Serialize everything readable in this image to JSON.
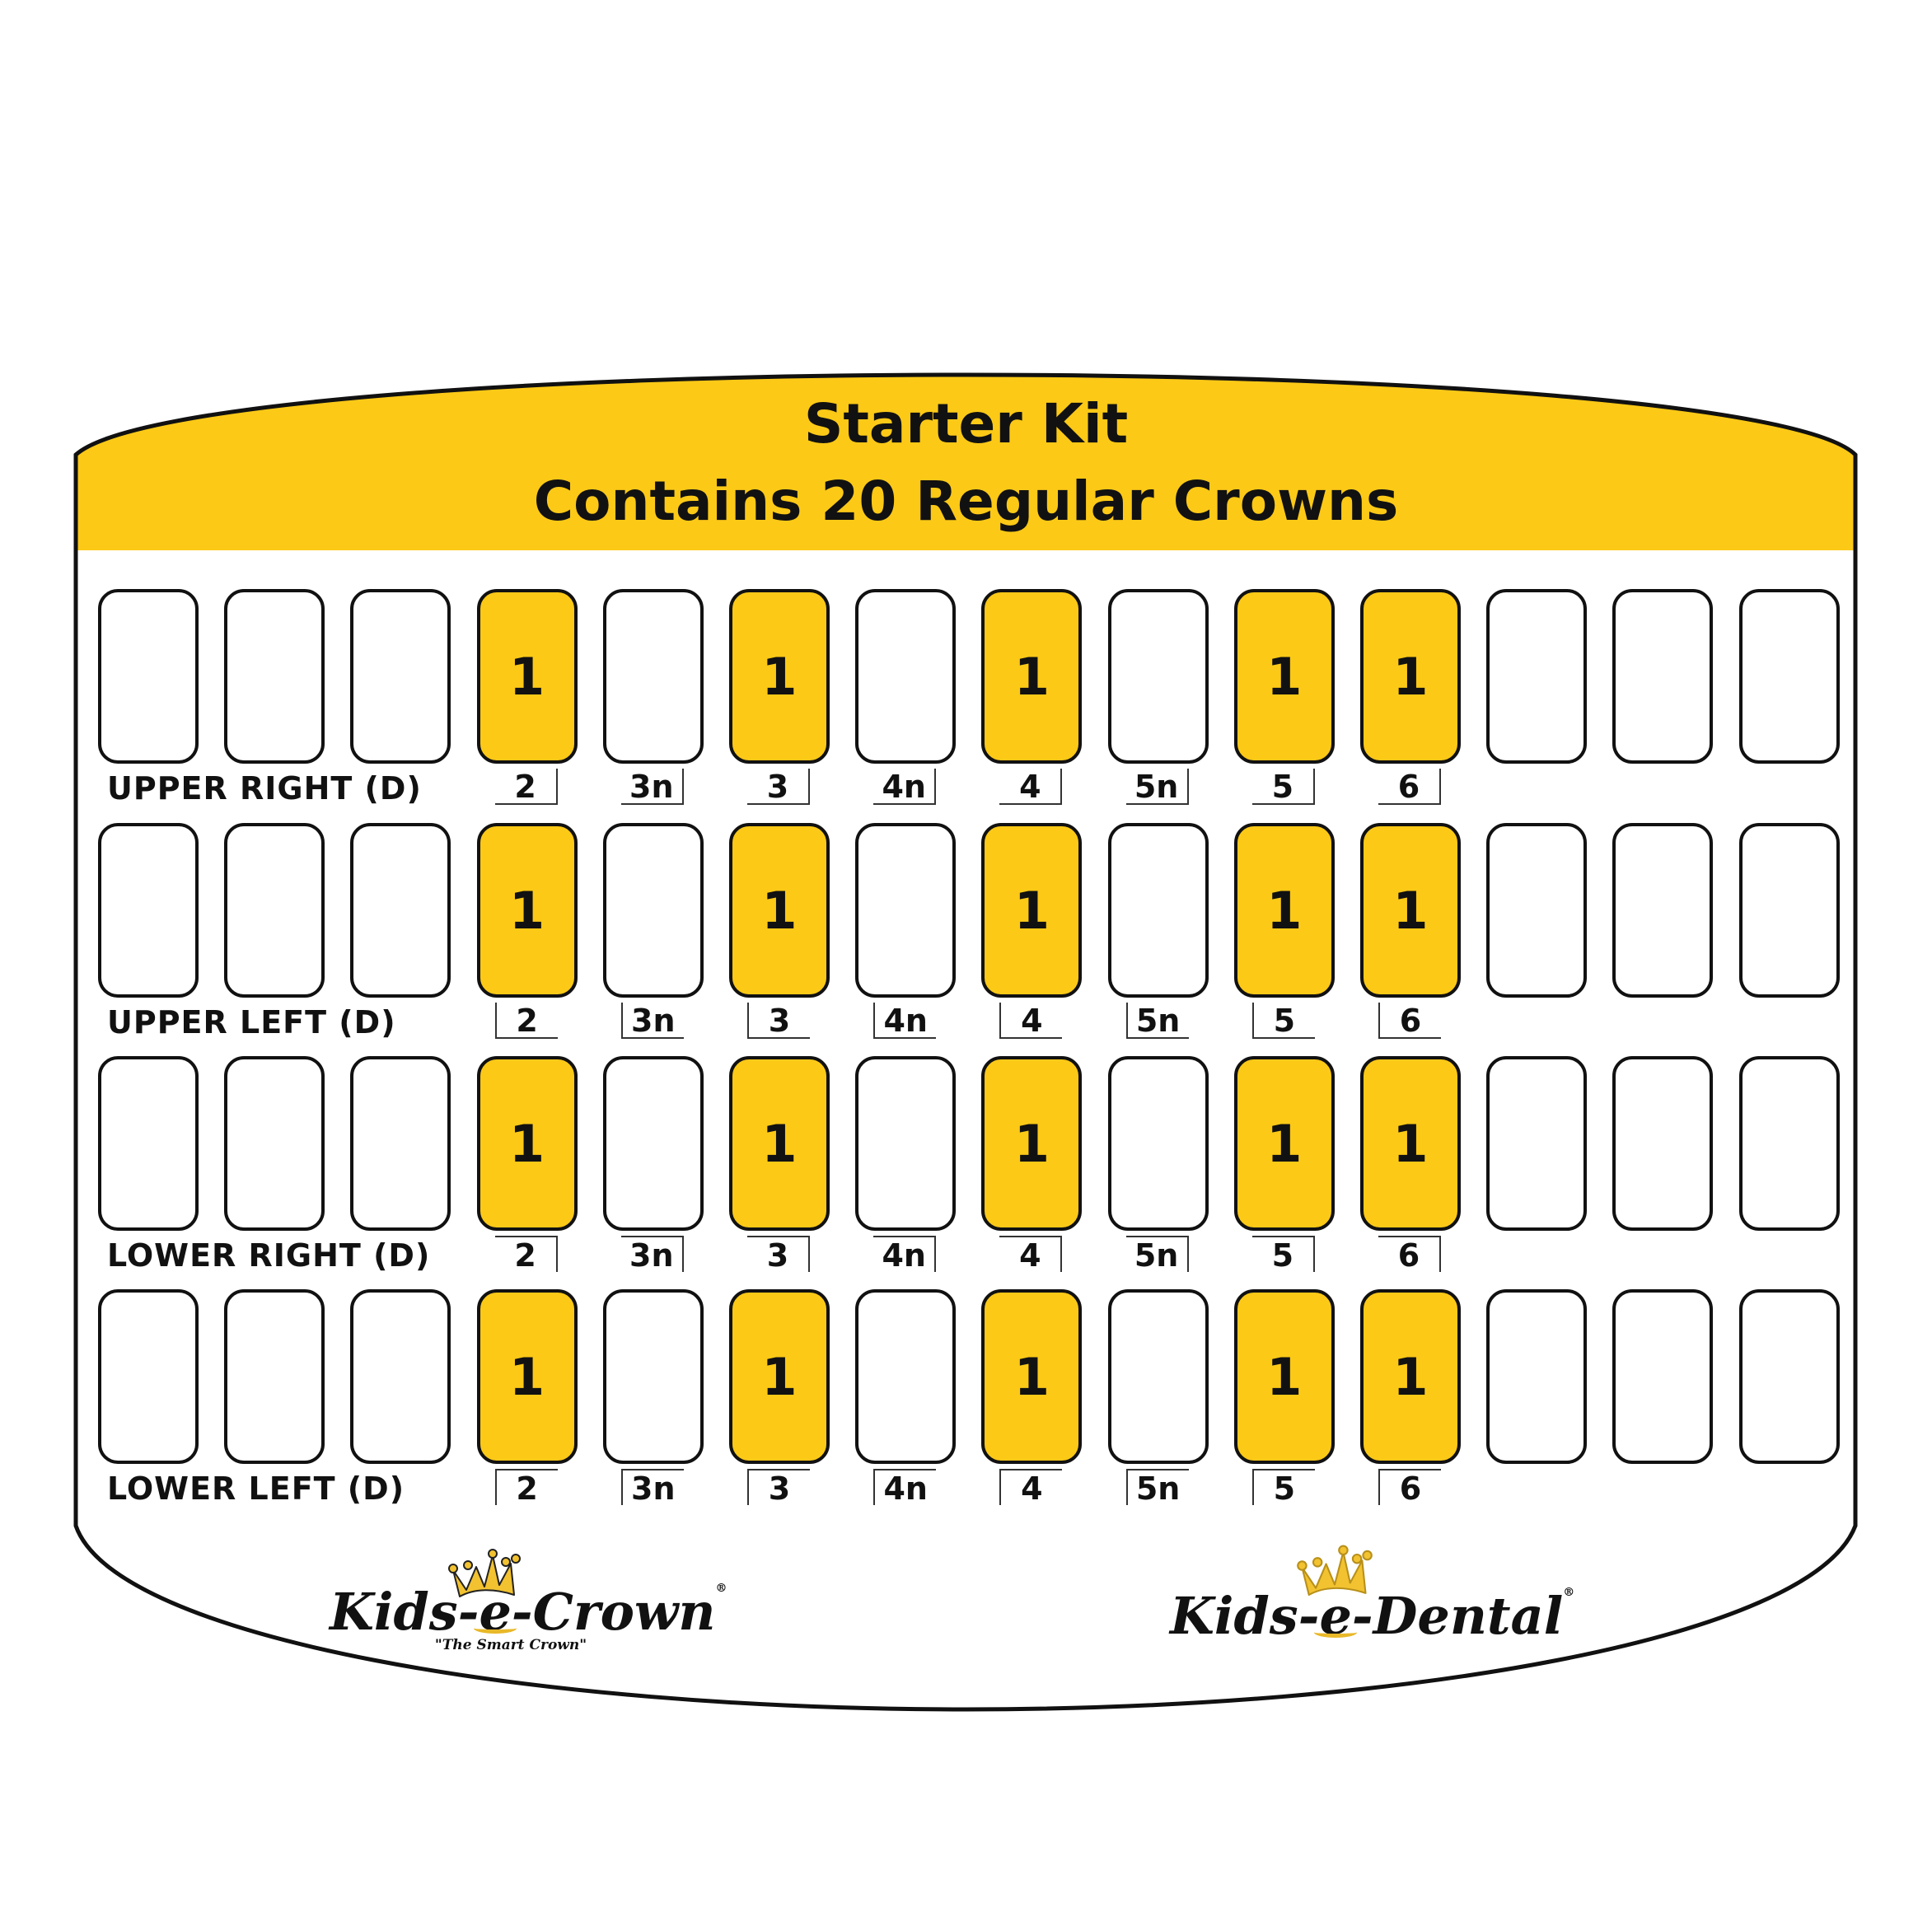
{
  "header": {
    "title": "Starter Kit",
    "subtitle": "Contains 20 Regular Crowns"
  },
  "colors": {
    "accent": "#FCC917",
    "outline": "#111111",
    "background": "#FFFFFF"
  },
  "rows": [
    {
      "label": "UPPER RIGHT (D)",
      "bracket": "br-r",
      "slots": [
        "",
        "",
        "",
        "1",
        "",
        "1",
        "",
        "1",
        "",
        "1",
        "1",
        "",
        "",
        ""
      ],
      "sizes": [
        "2",
        "3n",
        "3",
        "4n",
        "4",
        "5n",
        "5",
        "6"
      ]
    },
    {
      "label": "UPPER LEFT (D)",
      "bracket": "br-l",
      "slots": [
        "",
        "",
        "",
        "1",
        "",
        "1",
        "",
        "1",
        "",
        "1",
        "1",
        "",
        "",
        ""
      ],
      "sizes": [
        "2",
        "3n",
        "3",
        "4n",
        "4",
        "5n",
        "5",
        "6"
      ]
    },
    {
      "label": "LOWER RIGHT (D)",
      "bracket": "tr-r",
      "slots": [
        "",
        "",
        "",
        "1",
        "",
        "1",
        "",
        "1",
        "",
        "1",
        "1",
        "",
        "",
        ""
      ],
      "sizes": [
        "2",
        "3n",
        "3",
        "4n",
        "4",
        "5n",
        "5",
        "6"
      ]
    },
    {
      "label": "LOWER LEFT (D)",
      "bracket": "tr-l",
      "slots": [
        "",
        "",
        "",
        "1",
        "",
        "1",
        "",
        "1",
        "",
        "1",
        "1",
        "",
        "",
        ""
      ],
      "sizes": [
        "2",
        "3n",
        "3",
        "4n",
        "4",
        "5n",
        "5",
        "6"
      ]
    }
  ],
  "logos": {
    "left": {
      "pre": "Kids-",
      "e": "e",
      "post": "-Crown",
      "reg": "®",
      "tagline": "\"The Smart Crown\"",
      "icon": "crown-icon"
    },
    "right": {
      "pre": "Kids-",
      "e": "e",
      "post": "-Dental",
      "reg": "®",
      "icon": "crown-icon"
    }
  }
}
